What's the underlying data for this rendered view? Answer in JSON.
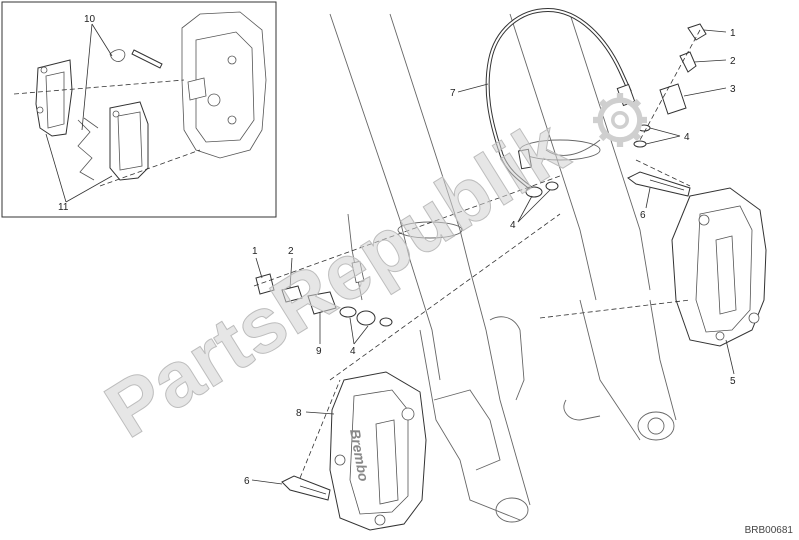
{
  "watermark": {
    "text": "PartsRepublik",
    "color": "#cfcfcf"
  },
  "callouts": {
    "inset_clip": "10",
    "inset_pads": "11",
    "left_cap": "1",
    "left_bleed_valve": "2",
    "left_banjo_bolt": "9",
    "left_washer": "4",
    "left_caliper": "8",
    "left_caliper_bolt": "6",
    "hose": "7",
    "hose_washer": "4",
    "right_cap": "1",
    "right_bleed_valve": "2",
    "right_banjo_bolt": "3",
    "right_washer": "4",
    "right_caliper_bolt": "6",
    "right_caliper": "5"
  },
  "caliper_brand": "Brembo",
  "reference_code": "BRB00681"
}
